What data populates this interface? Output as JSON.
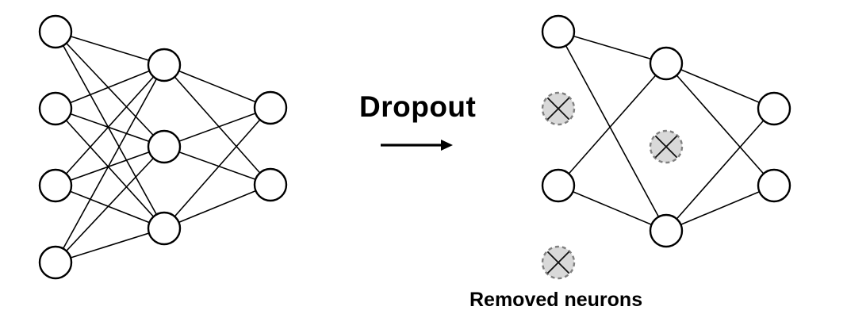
{
  "labels": {
    "dropout": "Dropout",
    "removed": "Removed neurons"
  },
  "colors": {
    "neuron_stroke": "#000000",
    "neuron_fill": "#ffffff",
    "removed_fill": "#d9d9d9",
    "removed_stroke": "#808080"
  },
  "networks": {
    "full": {
      "layers": [
        4,
        3,
        2
      ],
      "connectivity": "fully-connected"
    },
    "dropout": {
      "active_neurons": {
        "input": [
          "i1",
          "i3"
        ],
        "hidden": [
          "h1",
          "h3"
        ],
        "output": [
          "o1",
          "o2"
        ]
      },
      "removed_neurons": [
        "i2",
        "i4",
        "h2"
      ]
    }
  },
  "icons": {
    "arrow": "right-arrow-icon",
    "removed_marker": "x-mark-icon"
  }
}
